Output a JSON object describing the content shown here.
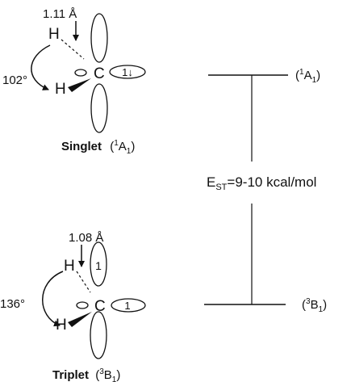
{
  "singlet": {
    "bond_length": "1.11 Å",
    "angle": "102°",
    "atom_h_top": "H",
    "atom_h_bottom": "H",
    "atom_c": "C",
    "lone_pair": "1↓",
    "caption_main": "Singlet",
    "caption_state_open": "(",
    "caption_state_sup": "1",
    "caption_state_letter": "A",
    "caption_state_sub": "1",
    "caption_state_close": ")"
  },
  "triplet": {
    "bond_length": "1.08 Å",
    "angle": "136°",
    "atom_h_top": "H",
    "atom_h_bottom": "H",
    "atom_c": "C",
    "electron_upper": "1",
    "electron_side": "1",
    "caption_main": "Triplet",
    "caption_state_open": "(",
    "caption_state_sup": "3",
    "caption_state_letter": "B",
    "caption_state_sub": "1",
    "caption_state_close": ")"
  },
  "energy_diagram": {
    "upper_level": {
      "open": "(",
      "sup": "1",
      "letter": "A",
      "sub": "1",
      "close": ")"
    },
    "lower_level": {
      "open": "(",
      "sup": "3",
      "letter": "B",
      "sub": "1",
      "close": ")"
    },
    "gap_symbol": "E",
    "gap_subscript": "ST",
    "gap_value": "=9-10 kcal/mol"
  }
}
